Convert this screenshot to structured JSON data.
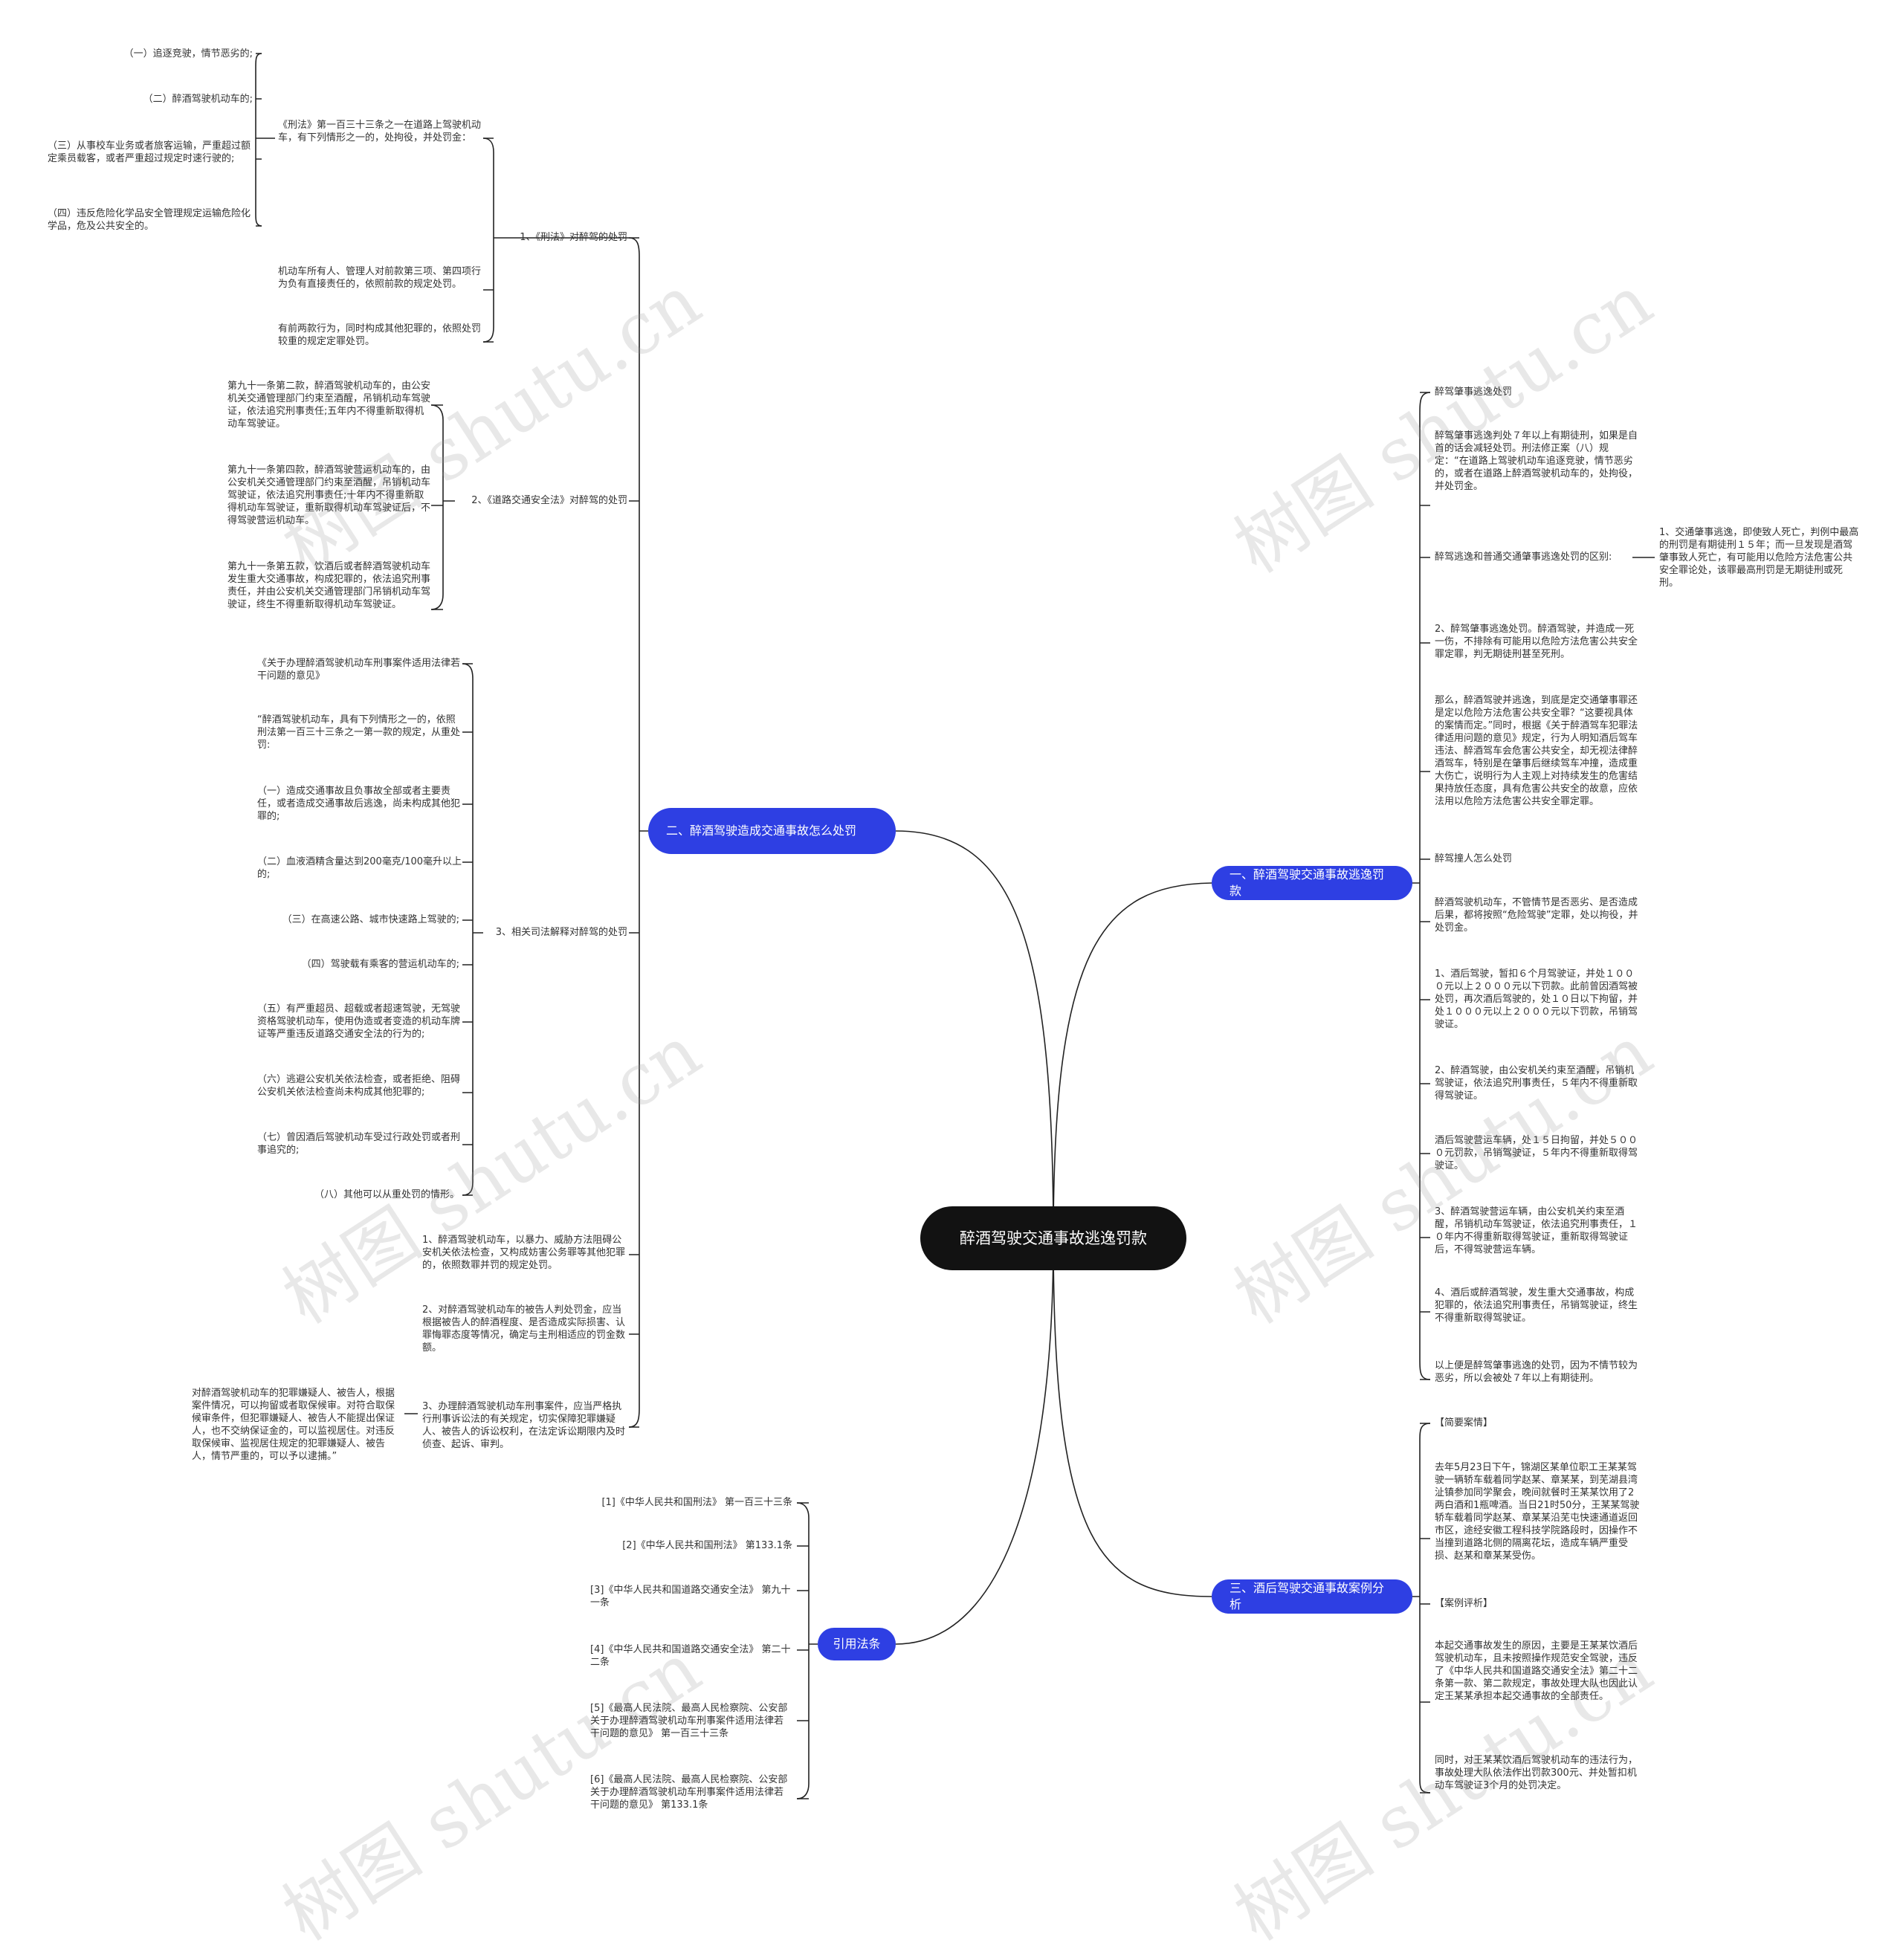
{
  "root": {
    "label": "醉酒驾驶交通事故逃逸罚款"
  },
  "watermark": {
    "text": "树图 shutu.cn"
  },
  "colors": {
    "branch_bg": "#2e3fe3",
    "root_bg": "#121212",
    "line": "#222222"
  },
  "branches": {
    "b1": {
      "label": "一、醉酒驾驶交通事故逃逸罚款"
    },
    "b2": {
      "label": "二、醉酒驾驶造成交通事故怎么处罚"
    },
    "b3": {
      "label": "三、酒后驾驶交通事故案例分析"
    },
    "b4": {
      "label": "引用法条"
    }
  },
  "b1_items": {
    "i1": "醉驾肇事逃逸处罚",
    "i2": "醉驾肇事逃逸判处７年以上有期徒刑，如果是自首的话会减轻处罚。刑法修正案（八）规定：“在道路上驾驶机动车追逐竞驶，情节恶劣的，或者在道路上醉酒驾驶机动车的，处拘役，并处罚金。",
    "i3": "醉驾逃逸和普通交通肇事逃逸处罚的区别:",
    "i3a": "1、交通肇事逃逸，即使致人死亡，判例中最高的刑罚是有期徒刑１５年；而一旦发现是酒驾肇事致人死亡，有可能用以危险方法危害公共安全罪论处，该罪最高刑罚是无期徒刑或死刑。",
    "i4": "2、醉驾肇事逃逸处罚。醉酒驾驶，并造成一死一伤，不排除有可能用以危险方法危害公共安全罪定罪，判无期徒刑甚至死刑。",
    "i5": "那么，醉酒驾驶并逃逸，到底是定交通肇事罪还是定以危险方法危害公共安全罪？“这要视具体的案情而定。”同时，根据《关于醉酒驾车犯罪法律适用问题的意见》规定，行为人明知酒后驾车违法、醉酒驾车会危害公共安全，却无视法律醉酒驾车，特别是在肇事后继续驾车冲撞，造成重大伤亡，说明行为人主观上对持续发生的危害结果持放任态度，具有危害公共安全的故意，应依法用以危险方法危害公共安全罪定罪。",
    "i6": "醉驾撞人怎么处罚",
    "i7": "醉酒驾驶机动车，不管情节是否恶劣、是否造成后果，都将按照“危险驾驶”定罪，处以拘役，并处罚金。",
    "i8": "1、酒后驾驶，暂扣６个月驾驶证，并处１０００元以上２０００元以下罚款。此前曾因酒驾被处罚，再次酒后驾驶的，处１０日以下拘留，并处１０００元以上２０００元以下罚款，吊销驾驶证。",
    "i9": "2、醉酒驾驶，由公安机关约束至酒醒，吊销机驾驶证，依法追究刑事责任，５年内不得重新取得驾驶证。",
    "i10": "酒后驾驶营运车辆，处１５日拘留，并处５０００元罚款，吊销驾驶证，５年内不得重新取得驾驶证。",
    "i11": "3、醉酒驾驶营运车辆，由公安机关约束至酒醒，吊销机动车驾驶证，依法追究刑事责任，１０年内不得重新取得驾驶证，重新取得驾驶证后，不得驾驶营运车辆。",
    "i12": "4、酒后或醉酒驾驶，发生重大交通事故，构成犯罪的，依法追究刑事责任，吊销驾驶证，终生不得重新取得驾驶证。",
    "i13": "以上便是醉驾肇事逃逸的处罚，因为不情节较为恶劣，所以会被处７年以上有期徒刑。"
  },
  "b2_items": {
    "s1": {
      "label": "1、《刑法》对醉驾的处罚",
      "a": "《刑法》第一百三十三条之一在道路上驾驶机动车，有下列情形之一的，处拘役，并处罚金：",
      "a1": "（一）追逐竞驶，情节恶劣的;",
      "a2": "（二）醉酒驾驶机动车的;",
      "a3": "（三）从事校车业务或者旅客运输，严重超过额定乘员载客，或者严重超过规定时速行驶的;",
      "a4": "（四）违反危险化学品安全管理规定运输危险化学品，危及公共安全的。",
      "b": "机动车所有人、管理人对前款第三项、第四项行为负有直接责任的，依照前款的规定处罚。",
      "c": "有前两款行为，同时构成其他犯罪的，依照处罚较重的规定定罪处罚。"
    },
    "s2": {
      "label": "2、《道路交通安全法》对醉驾的处罚",
      "a": "第九十一条第二款，醉酒驾驶机动车的，由公安机关交通管理部门约束至酒醒，吊销机动车驾驶证，依法追究刑事责任;五年内不得重新取得机动车驾驶证。",
      "b": "第九十一条第四款，醉酒驾驶营运机动车的，由公安机关交通管理部门约束至酒醒，吊销机动车驾驶证，依法追究刑事责任;十年内不得重新取得机动车驾驶证，重新取得机动车驾驶证后，不得驾驶营运机动车。",
      "c": "第九十一条第五款，饮酒后或者醉酒驾驶机动车发生重大交通事故，构成犯罪的，依法追究刑事责任，并由公安机关交通管理部门吊销机动车驾驶证，终生不得重新取得机动车驾驶证。"
    },
    "s3": {
      "label": "3、相关司法解释对醉驾的处罚",
      "a": "《关于办理醉酒驾驶机动车刑事案件适用法律若干问题的意见》",
      "b": "“醉酒驾驶机动车，具有下列情形之一的，依照刑法第一百三十三条之一第一款的规定，从重处罚:",
      "c1": "（一）造成交通事故且负事故全部或者主要责任，或者造成交通事故后逃逸，尚未构成其他犯罪的;",
      "c2": "（二）血液酒精含量达到200毫克/100毫升以上的;",
      "c3": "（三）在高速公路、城市快速路上驾驶的;",
      "c4": "（四）驾驶载有乘客的营运机动车的;",
      "c5": "（五）有严重超员、超载或者超速驾驶，无驾驶资格驾驶机动车，使用伪造或者变造的机动车牌证等严重违反道路交通安全法的行为的;",
      "c6": "（六）逃避公安机关依法检查，或者拒绝、阻碍公安机关依法检查尚未构成其他犯罪的;",
      "c7": "（七）曾因酒后驾驶机动车受过行政处罚或者刑事追究的;",
      "c8": "（八）其他可以从重处罚的情形。"
    },
    "s4": "1、醉酒驾驶机动车，以暴力、威胁方法阻碍公安机关依法检查，又构成妨害公务罪等其他犯罪的，依照数罪并罚的规定处罚。",
    "s5": "2、对醉酒驾驶机动车的被告人判处罚金，应当根据被告人的醉酒程度、是否造成实际损害、认罪悔罪态度等情况，确定与主刑相适应的罚金数额。",
    "s6": "3、办理醉酒驾驶机动车刑事案件，应当严格执行刑事诉讼法的有关规定，切实保障犯罪嫌疑人、被告人的诉讼权利，在法定诉讼期限内及时侦查、起诉、审判。",
    "s6a": "对醉酒驾驶机动车的犯罪嫌疑人、被告人，根据案件情况，可以拘留或者取保候审。对符合取保候审条件，但犯罪嫌疑人、被告人不能提出保证人，也不交纳保证金的，可以监视居住。对违反取保候审、监视居住规定的犯罪嫌疑人、被告人，情节严重的，可以予以逮捕。”"
  },
  "b3_items": {
    "h1": "【简要案情】",
    "p1": "去年5月23日下午，锦湖区某单位职工王某某驾驶一辆轿车载着同学赵某、章某某，到芜湖县湾沚镇参加同学聚会，晚间就餐时王某某饮用了2两白酒和1瓶啤酒。当日21时50分，王某某驾驶轿车载着同学赵某、章某某沿芜屯快速通道返回市区，途经安徽工程科技学院路段时，因操作不当撞到道路北侧的隔离花坛，造成车辆严重受损、赵某和章某某受伤。",
    "h2": "【案例评析】",
    "p2": "本起交通事故发生的原因，主要是王某某饮酒后驾驶机动车，且未按照操作规范安全驾驶，违反了《中华人民共和国道路交通安全法》第二十二条第一款、第二款规定，事故处理大队也因此认定王某某承担本起交通事故的全部责任。",
    "p3": "同时，对王某某饮酒后驾驶机动车的违法行为，事故处理大队依法作出罚款300元、并处暂扣机动车驾驶证3个月的处罚决定。"
  },
  "b4_items": {
    "r1": "[1]《中华人民共和国刑法》 第一百三十三条",
    "r2": "[2]《中华人民共和国刑法》 第133.1条",
    "r3": "[3]《中华人民共和国道路交通安全法》 第九十一条",
    "r4": "[4]《中华人民共和国道路交通安全法》 第二十二条",
    "r5": "[5]《最高人民法院、最高人民检察院、公安部关于办理醉酒驾驶机动车刑事案件适用法律若干问题的意见》 第一百三十三条",
    "r6": "[6]《最高人民法院、最高人民检察院、公安部关于办理醉酒驾驶机动车刑事案件适用法律若干问题的意见》 第133.1条"
  }
}
